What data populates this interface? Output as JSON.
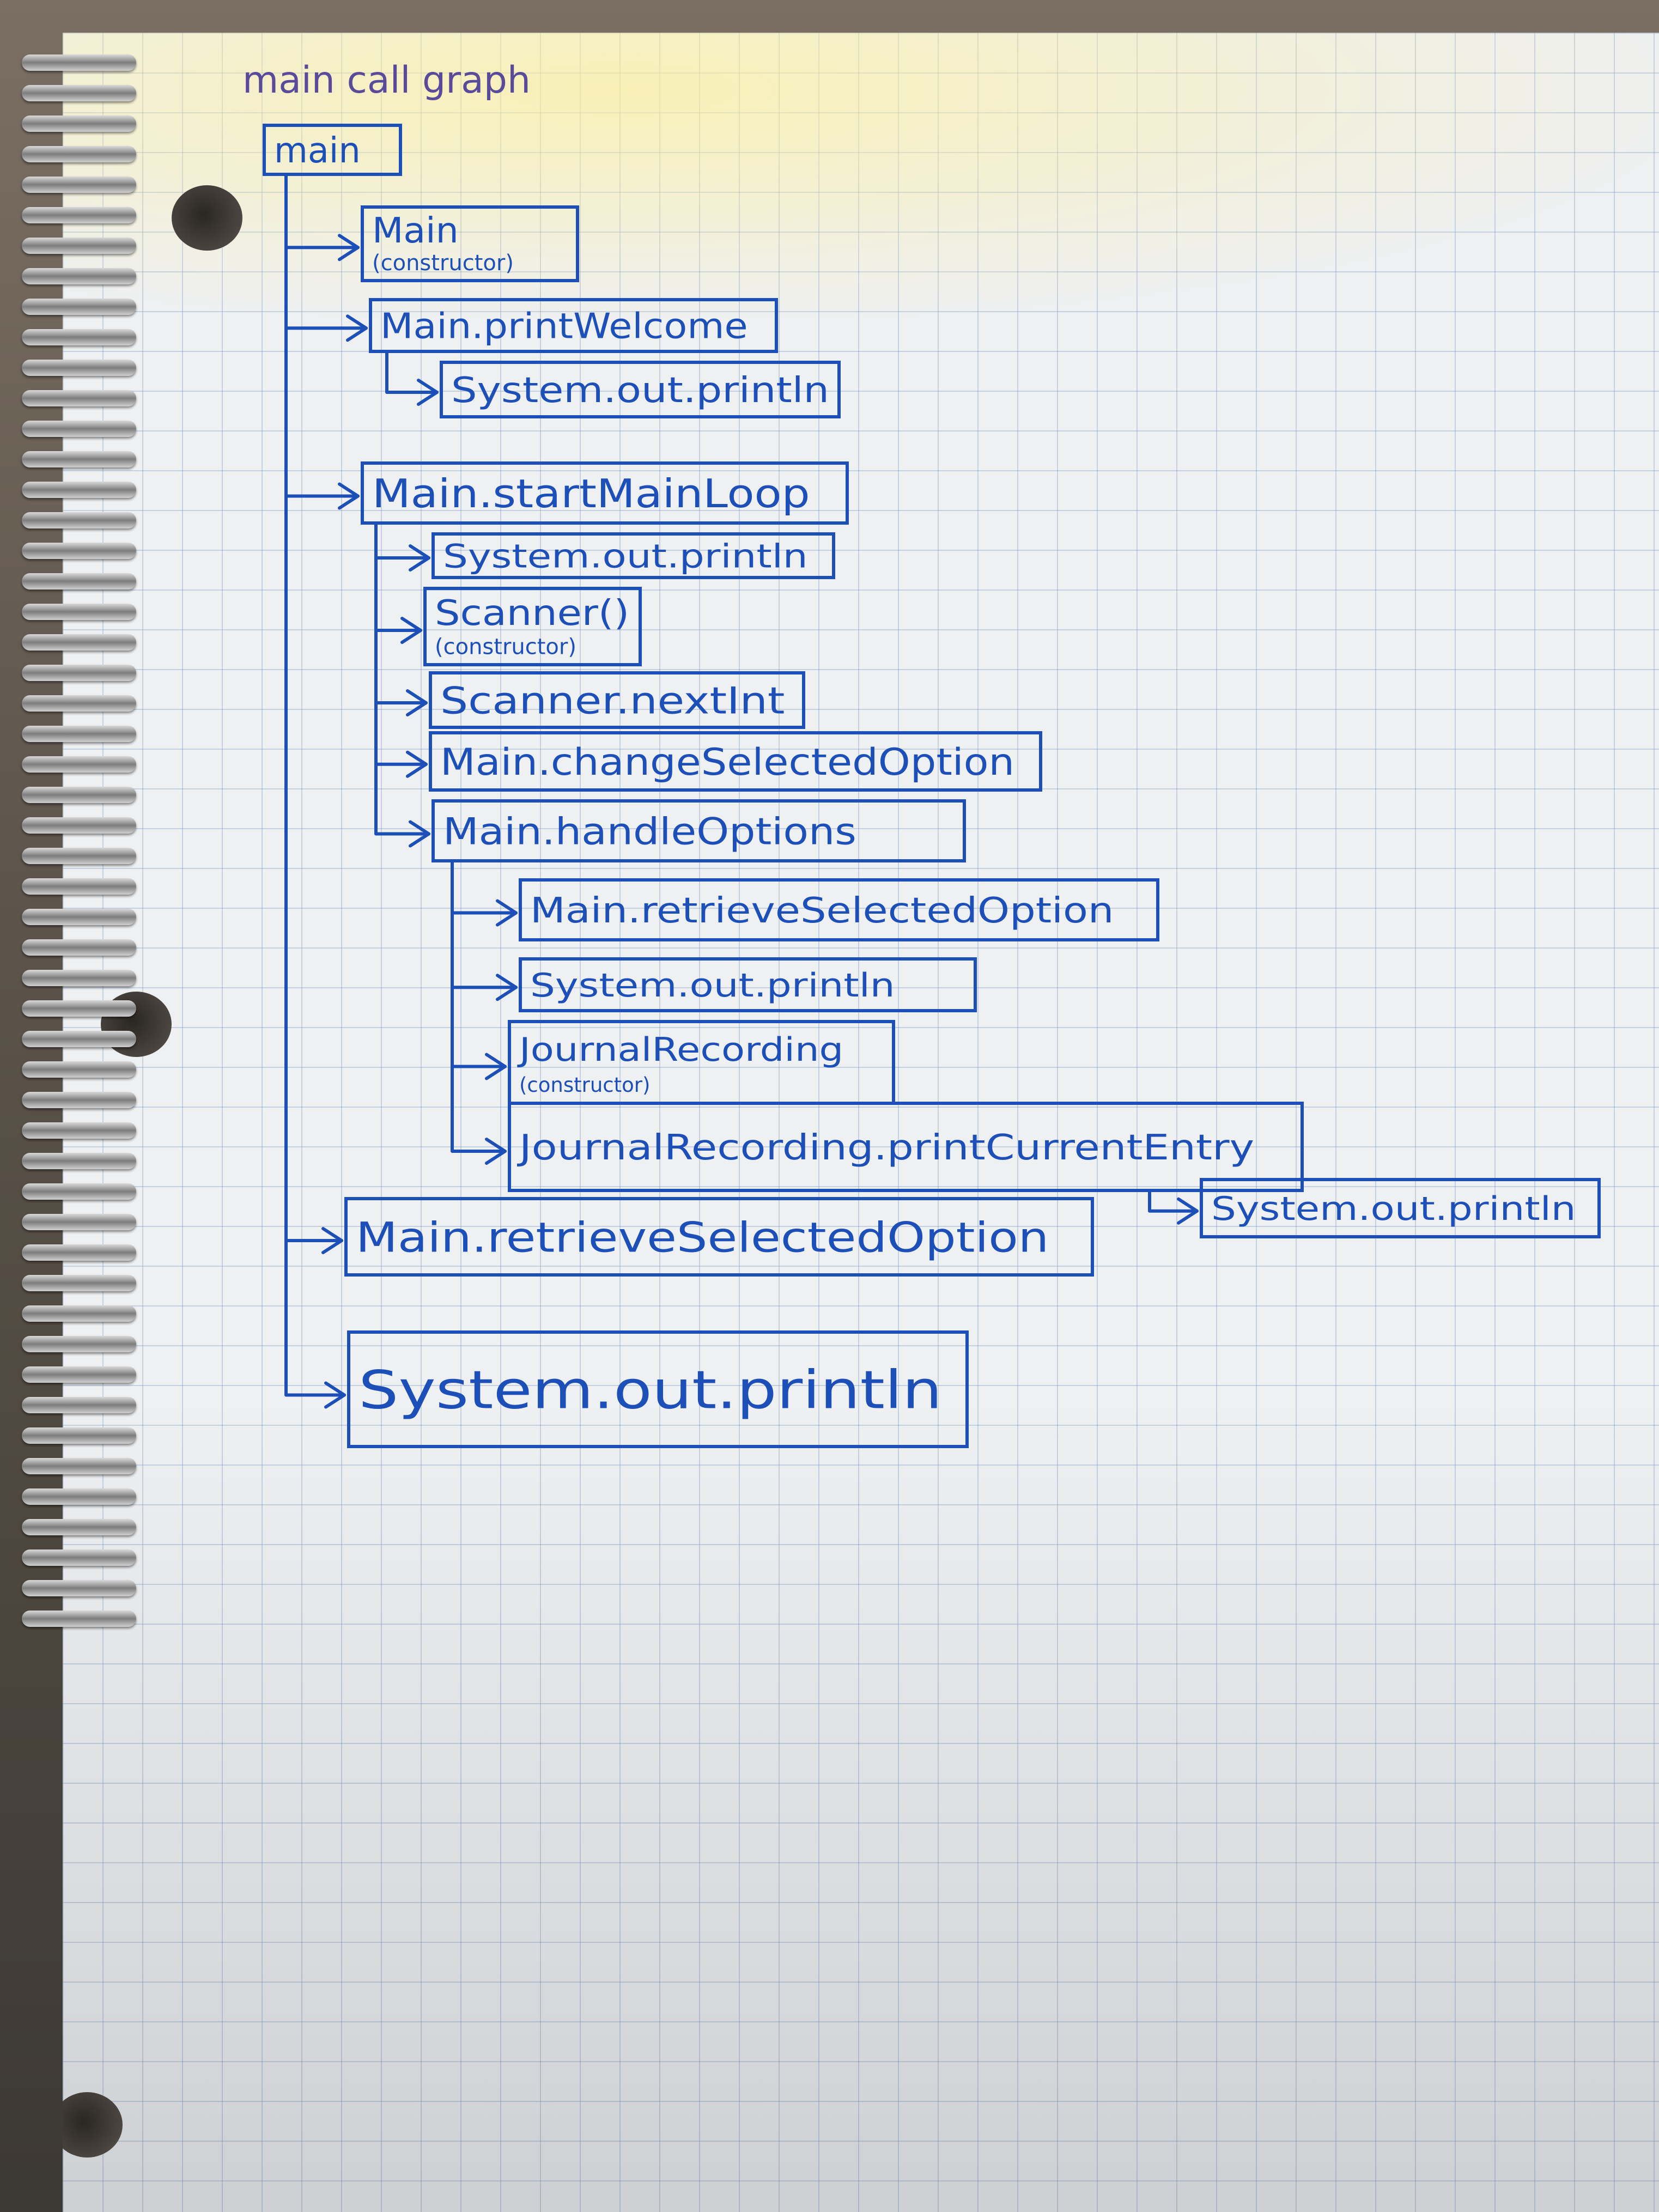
{
  "title": "main call graph",
  "nodes": [
    {
      "id": "n0",
      "label": "main",
      "sub": ""
    },
    {
      "id": "n1",
      "label": "Main",
      "sub": "(constructor)"
    },
    {
      "id": "n2",
      "label": "Main.printWelcome",
      "sub": ""
    },
    {
      "id": "n3",
      "label": "System.out.println",
      "sub": ""
    },
    {
      "id": "n4",
      "label": "Main.startMainLoop",
      "sub": ""
    },
    {
      "id": "n5",
      "label": "System.out.println",
      "sub": ""
    },
    {
      "id": "n6",
      "label": "Scanner()",
      "sub": "(constructor)"
    },
    {
      "id": "n7",
      "label": "Scanner.nextInt",
      "sub": ""
    },
    {
      "id": "n8",
      "label": "Main.changeSelectedOption",
      "sub": ""
    },
    {
      "id": "n9",
      "label": "Main.handleOptions",
      "sub": ""
    },
    {
      "id": "n10",
      "label": "Main.retrieveSelectedOption",
      "sub": ""
    },
    {
      "id": "n11",
      "label": "System.out.println",
      "sub": ""
    },
    {
      "id": "n12",
      "label": "JournalRecording",
      "sub": "(constructor)"
    },
    {
      "id": "n13",
      "label": "JournalRecording.printCurrentEntry",
      "sub": ""
    },
    {
      "id": "n14",
      "label": "System.out.println",
      "sub": ""
    },
    {
      "id": "n15",
      "label": "Main.retrieveSelectedOption",
      "sub": ""
    },
    {
      "id": "n16",
      "label": "System.out.println",
      "sub": ""
    }
  ],
  "edges": [
    [
      "n0",
      "n1"
    ],
    [
      "n0",
      "n2"
    ],
    [
      "n2",
      "n3"
    ],
    [
      "n0",
      "n4"
    ],
    [
      "n4",
      "n5"
    ],
    [
      "n4",
      "n6"
    ],
    [
      "n4",
      "n7"
    ],
    [
      "n4",
      "n8"
    ],
    [
      "n4",
      "n9"
    ],
    [
      "n9",
      "n10"
    ],
    [
      "n9",
      "n11"
    ],
    [
      "n9",
      "n12"
    ],
    [
      "n9",
      "n13"
    ],
    [
      "n13",
      "n14"
    ],
    [
      "n0",
      "n15"
    ],
    [
      "n0",
      "n16"
    ]
  ]
}
